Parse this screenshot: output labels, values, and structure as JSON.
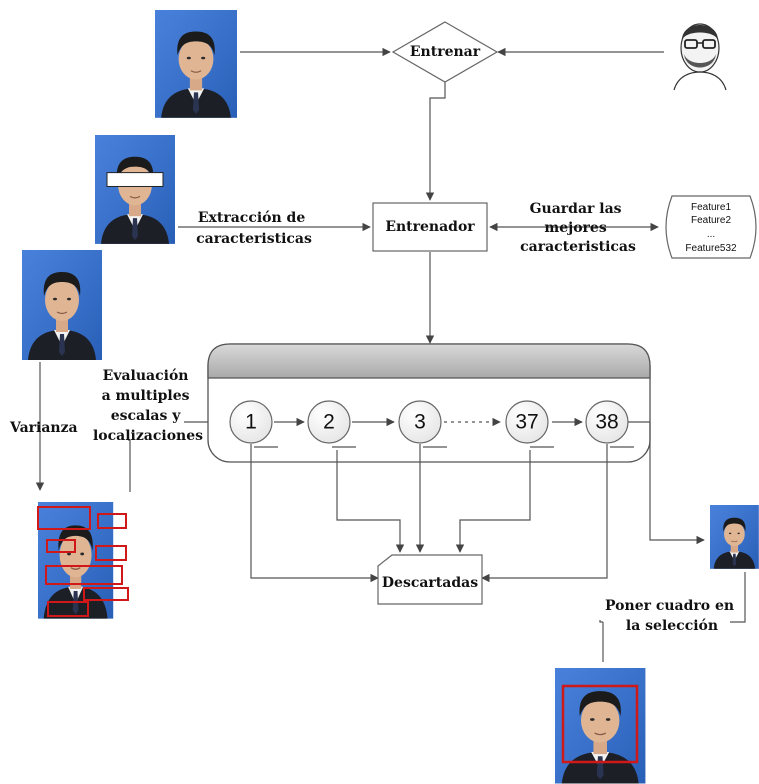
{
  "nodes": {
    "entrenar": "Entrenar",
    "entrenador": "Entrenador",
    "descartadas": "Descartadas"
  },
  "labels": {
    "extraccion": [
      "Extracción de",
      "caracteristicas"
    ],
    "guardar": [
      "Guardar las",
      "mejores",
      "caracteristicas"
    ],
    "evaluacion": [
      "Evaluación",
      "a multiples",
      "escalas y",
      "localizaciones"
    ],
    "varianza": "Varianza",
    "poner": [
      "Poner cuadro en",
      "la selección"
    ]
  },
  "features": [
    "Feature1",
    "Feature2",
    "...",
    "Feature532"
  ],
  "cascade_stages": [
    "1",
    "2",
    "3",
    "37",
    "38"
  ],
  "colors": {
    "photo_background": "#2f6fd6",
    "selection_box": "#d01818",
    "cascade_header": "#bfbfbf"
  }
}
